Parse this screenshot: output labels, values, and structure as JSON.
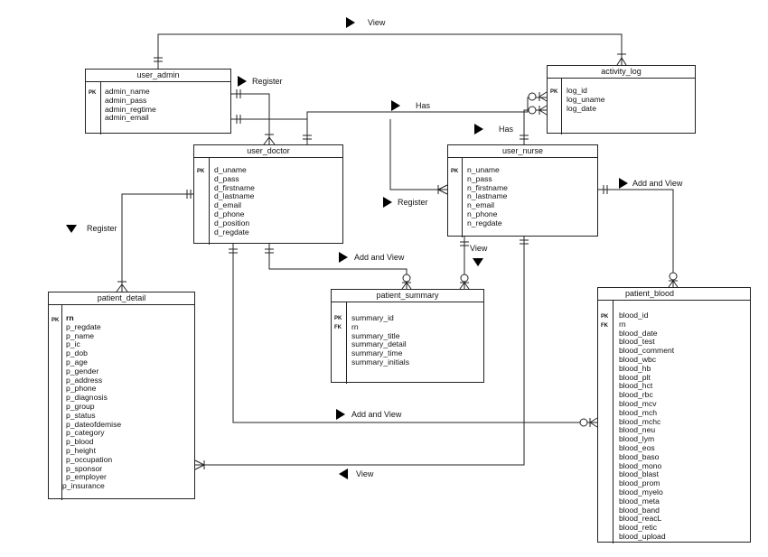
{
  "entities": {
    "user_admin": {
      "title": "user_admin",
      "attributes": [
        "admin_name",
        "admin_pass",
        "admin_regtime",
        "admin_email"
      ],
      "pk_labels": [
        "PK"
      ]
    },
    "activity_log": {
      "title": "activity_log",
      "attributes": [
        "log_id",
        "log_uname",
        "log_date"
      ],
      "pk_labels": [
        "PK"
      ]
    },
    "user_doctor": {
      "title": "user_doctor",
      "attributes": [
        "d_uname",
        "d_pass",
        "d_firstname",
        "d_lastname",
        "d_email",
        "d_phone",
        "d_position",
        "d_regdate"
      ],
      "pk_labels": [
        "PK"
      ]
    },
    "user_nurse": {
      "title": "user_nurse",
      "attributes": [
        "n_uname",
        "n_pass",
        "n_firstname",
        "n_lastname",
        "n_email",
        "n_phone",
        "n_regdate"
      ],
      "pk_labels": [
        "PK"
      ]
    },
    "patient_detail": {
      "title": "patient_detail",
      "attributes": [
        "rn",
        "p_regdate",
        "p_name",
        "p_ic",
        "p_dob",
        "p_age",
        "p_gender",
        "p_address",
        "p_phone",
        "p_diagnosis",
        "p_group",
        "p_status",
        "p_dateofdemise",
        "p_category",
        "p_blood",
        "p_height",
        "p_occupation",
        "p_sponsor",
        "p_employer",
        "p_insurance"
      ],
      "pk_labels": [
        "PK"
      ]
    },
    "patient_summary": {
      "title": "patient_summary",
      "attributes": [
        "summary_id",
        "rn",
        "summary_title",
        "summary_detail",
        "summary_time",
        "summary_initials"
      ],
      "pk_labels": [
        "PK",
        "FK"
      ]
    },
    "patient_blood": {
      "title": "patient_blood",
      "attributes": [
        "blood_id",
        "rn",
        "blood_date",
        "blood_test",
        "blood_comment",
        "blood_wbc",
        "blood_hb",
        "blood_plt",
        "blood_hct",
        "blood_rbc",
        "blood_mcv",
        "blood_mch",
        "blood_mchc",
        "blood_neu",
        "blood_lym",
        "blood_eos",
        "blood_baso",
        "blood_mono",
        "blood_blast",
        "blood_prom",
        "blood_myelo",
        "blood_meta",
        "blood_band",
        "blood_reacL",
        "blood_retic",
        "blood_upload"
      ],
      "pk_labels": [
        "PK",
        "FK"
      ]
    }
  },
  "relationships": {
    "view_top": "View",
    "register_admin": "Register",
    "has_top": "Has",
    "has_right": "Has",
    "register_nurse": "Register",
    "register_left": "Register",
    "add_view_nurse": "Add and View",
    "add_view_summary": "Add and View",
    "view_summary": "View",
    "add_view_blood": "Add and View",
    "view_bottom": "View"
  }
}
